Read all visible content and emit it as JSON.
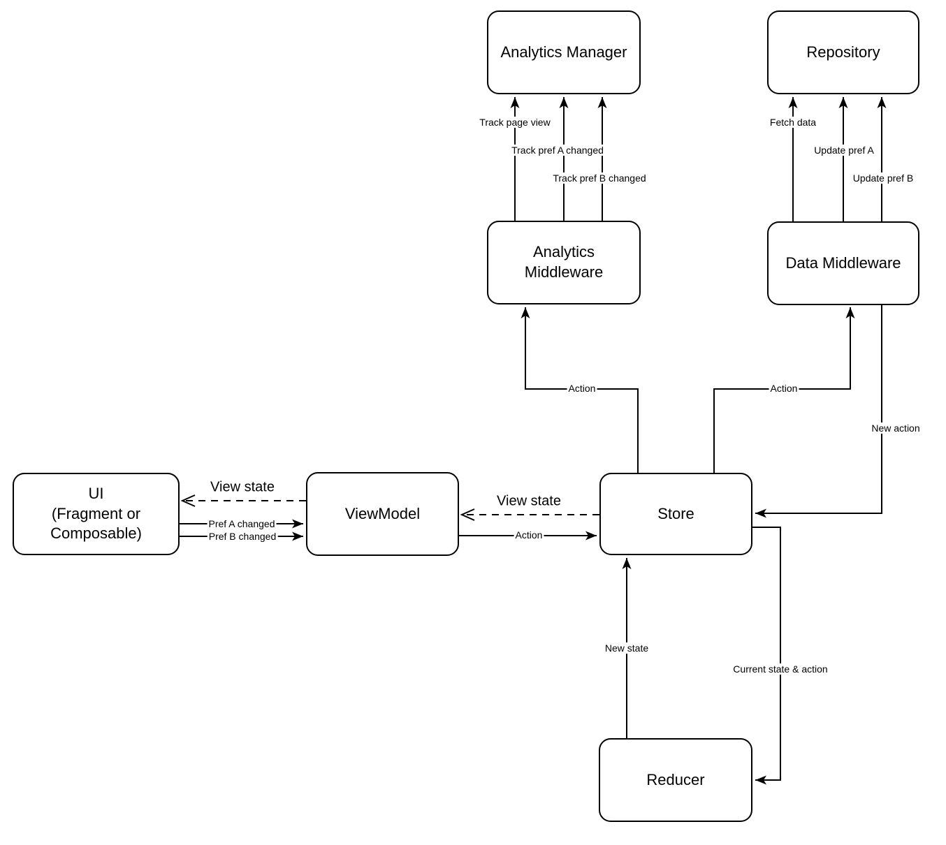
{
  "diagram": {
    "type": "architecture-flow-diagram",
    "background": "#ffffff",
    "stroke_color": "#000000",
    "nodes": {
      "analytics_manager": {
        "label": "Analytics Manager"
      },
      "repository": {
        "label": "Repository"
      },
      "analytics_middleware": {
        "label": "Analytics\nMiddleware"
      },
      "data_middleware": {
        "label": "Data Middleware"
      },
      "ui": {
        "label": "UI\n(Fragment or\nComposable)"
      },
      "viewmodel": {
        "label": "ViewModel"
      },
      "store": {
        "label": "Store"
      },
      "reducer": {
        "label": "Reducer"
      }
    },
    "edges": [
      {
        "from": "analytics_middleware",
        "to": "analytics_manager",
        "label": "Track page view",
        "style": "solid"
      },
      {
        "from": "analytics_middleware",
        "to": "analytics_manager",
        "label": "Track pref A changed",
        "style": "solid"
      },
      {
        "from": "analytics_middleware",
        "to": "analytics_manager",
        "label": "Track pref B changed",
        "style": "solid"
      },
      {
        "from": "data_middleware",
        "to": "repository",
        "label": "Fetch data",
        "style": "solid"
      },
      {
        "from": "data_middleware",
        "to": "repository",
        "label": "Update pref A",
        "style": "solid"
      },
      {
        "from": "data_middleware",
        "to": "repository",
        "label": "Update pref B",
        "style": "solid"
      },
      {
        "from": "store",
        "to": "analytics_middleware",
        "label": "Action",
        "style": "solid"
      },
      {
        "from": "store",
        "to": "data_middleware",
        "label": "Action",
        "style": "solid"
      },
      {
        "from": "data_middleware",
        "to": "store",
        "label": "New action",
        "style": "solid"
      },
      {
        "from": "store",
        "to": "viewmodel",
        "label": "View state",
        "style": "dashed"
      },
      {
        "from": "viewmodel",
        "to": "store",
        "label": "Action",
        "style": "solid"
      },
      {
        "from": "viewmodel",
        "to": "ui",
        "label": "View state",
        "style": "dashed"
      },
      {
        "from": "ui",
        "to": "viewmodel",
        "label": "Pref A changed",
        "style": "solid"
      },
      {
        "from": "ui",
        "to": "viewmodel",
        "label": "Pref B changed",
        "style": "solid"
      },
      {
        "from": "reducer",
        "to": "store",
        "label": "New state",
        "style": "solid"
      },
      {
        "from": "store",
        "to": "reducer",
        "label": "Current state & action",
        "style": "solid"
      }
    ]
  }
}
